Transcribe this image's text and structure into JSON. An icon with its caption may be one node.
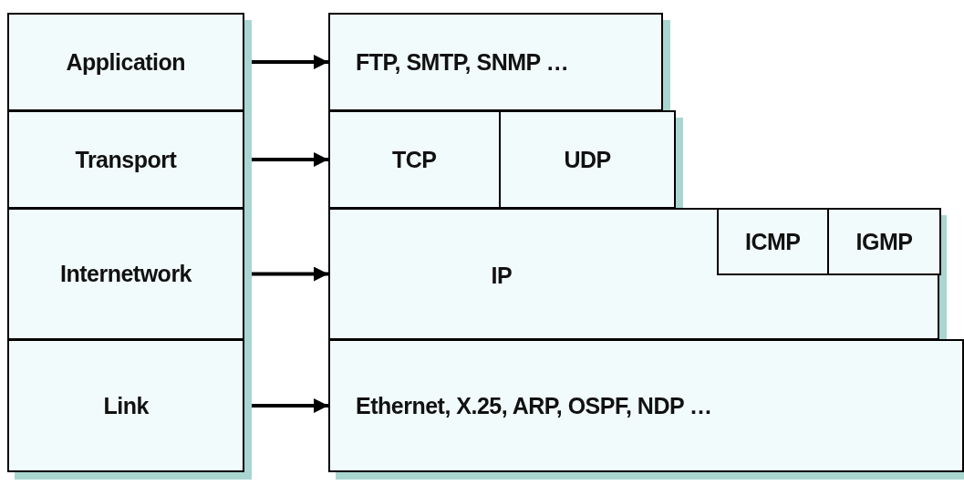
{
  "diagram": {
    "nodes": [
      {
        "text": [
          "Application"
        ]
      },
      {
        "text": [
          "FTP, SMTP, SNMP …"
        ]
      },
      {
        "text": [
          "Transport"
        ]
      },
      {
        "text": [
          "TCP"
        ]
      },
      {
        "text": [
          "UDP"
        ]
      },
      {
        "text": [
          "Internetwork"
        ]
      },
      {
        "text": [
          "IP"
        ]
      },
      {
        "text": [
          "ICMP"
        ],
        "in": 6
      },
      {
        "text": [
          "IGMP"
        ],
        "in": 6
      },
      {
        "text": [
          "Link"
        ]
      },
      {
        "text": [
          "Ethernet, X.25, ARP, OSPF, NDP …"
        ]
      }
    ],
    "edges": [
      {
        "from": 0,
        "to": 1,
        "arrow": "to"
      },
      {
        "from": 2,
        "to": 3,
        "arrow": "to"
      },
      {
        "from": 5,
        "to": 6,
        "arrow": "to"
      },
      {
        "from": 9,
        "to": 10,
        "arrow": "to"
      }
    ]
  }
}
